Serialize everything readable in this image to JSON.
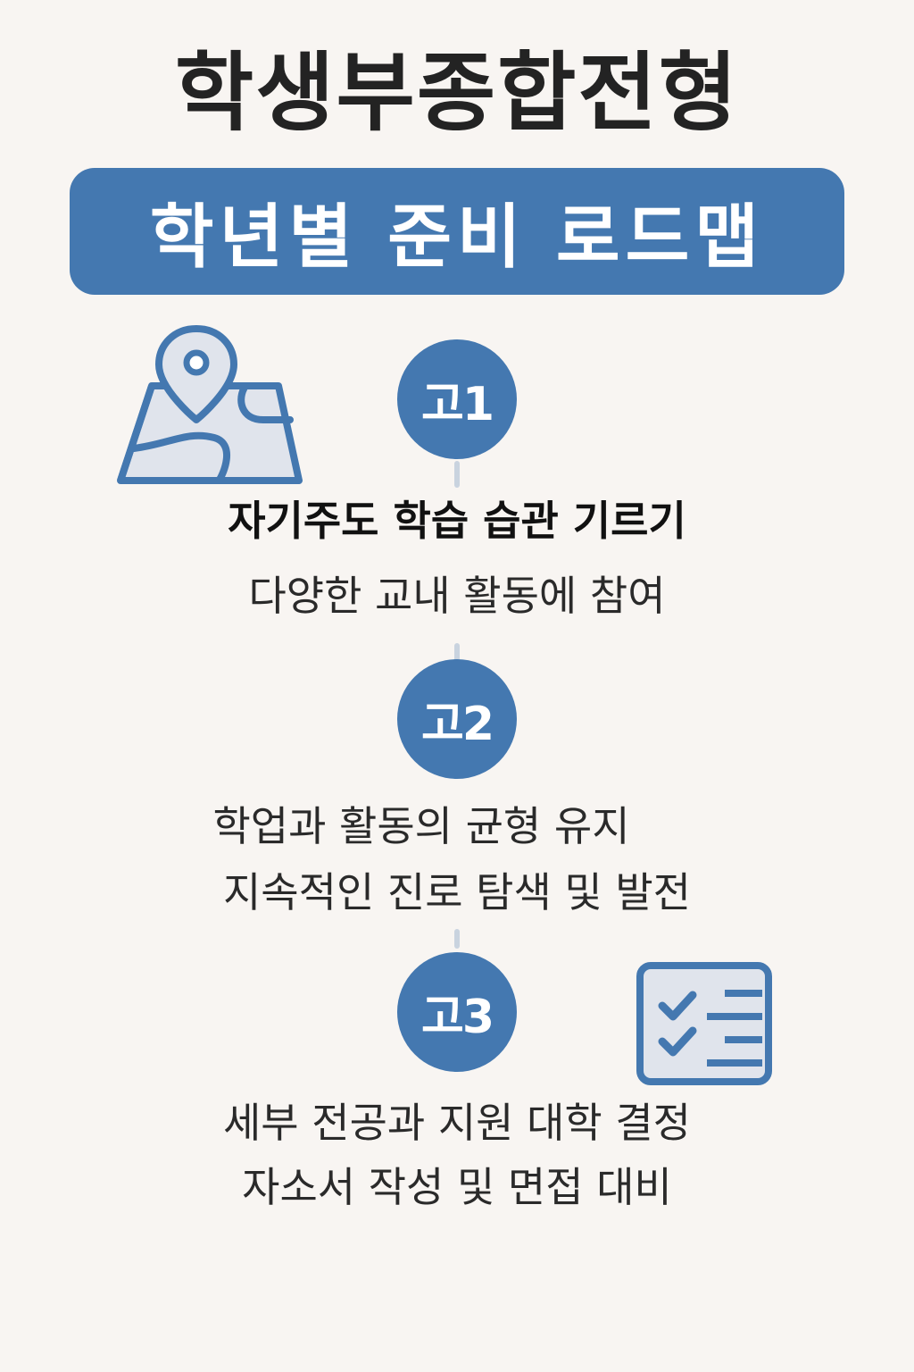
{
  "header": {
    "title": "학생부종합전형",
    "subtitle": "학년별 준비 로드맵"
  },
  "icons": {
    "map": "map-pin-icon",
    "checklist": "checklist-icon"
  },
  "colors": {
    "accent": "#4478b0",
    "background": "#f8f5f2",
    "text": "#222222",
    "icon_fill": "#e0e4ec"
  },
  "steps": [
    {
      "label": "고1",
      "lines": [
        "자기주도 학습 습관 기르기",
        "다양한 교내 활동에 참여"
      ]
    },
    {
      "label": "고2",
      "lines": [
        "학업과 활동의 균형 유지",
        "지속적인 진로 탐색 및 발전"
      ]
    },
    {
      "label": "고3",
      "lines": [
        "세부 전공과 지원 대학 결정",
        "자소서 작성 및 면접 대비"
      ]
    }
  ]
}
